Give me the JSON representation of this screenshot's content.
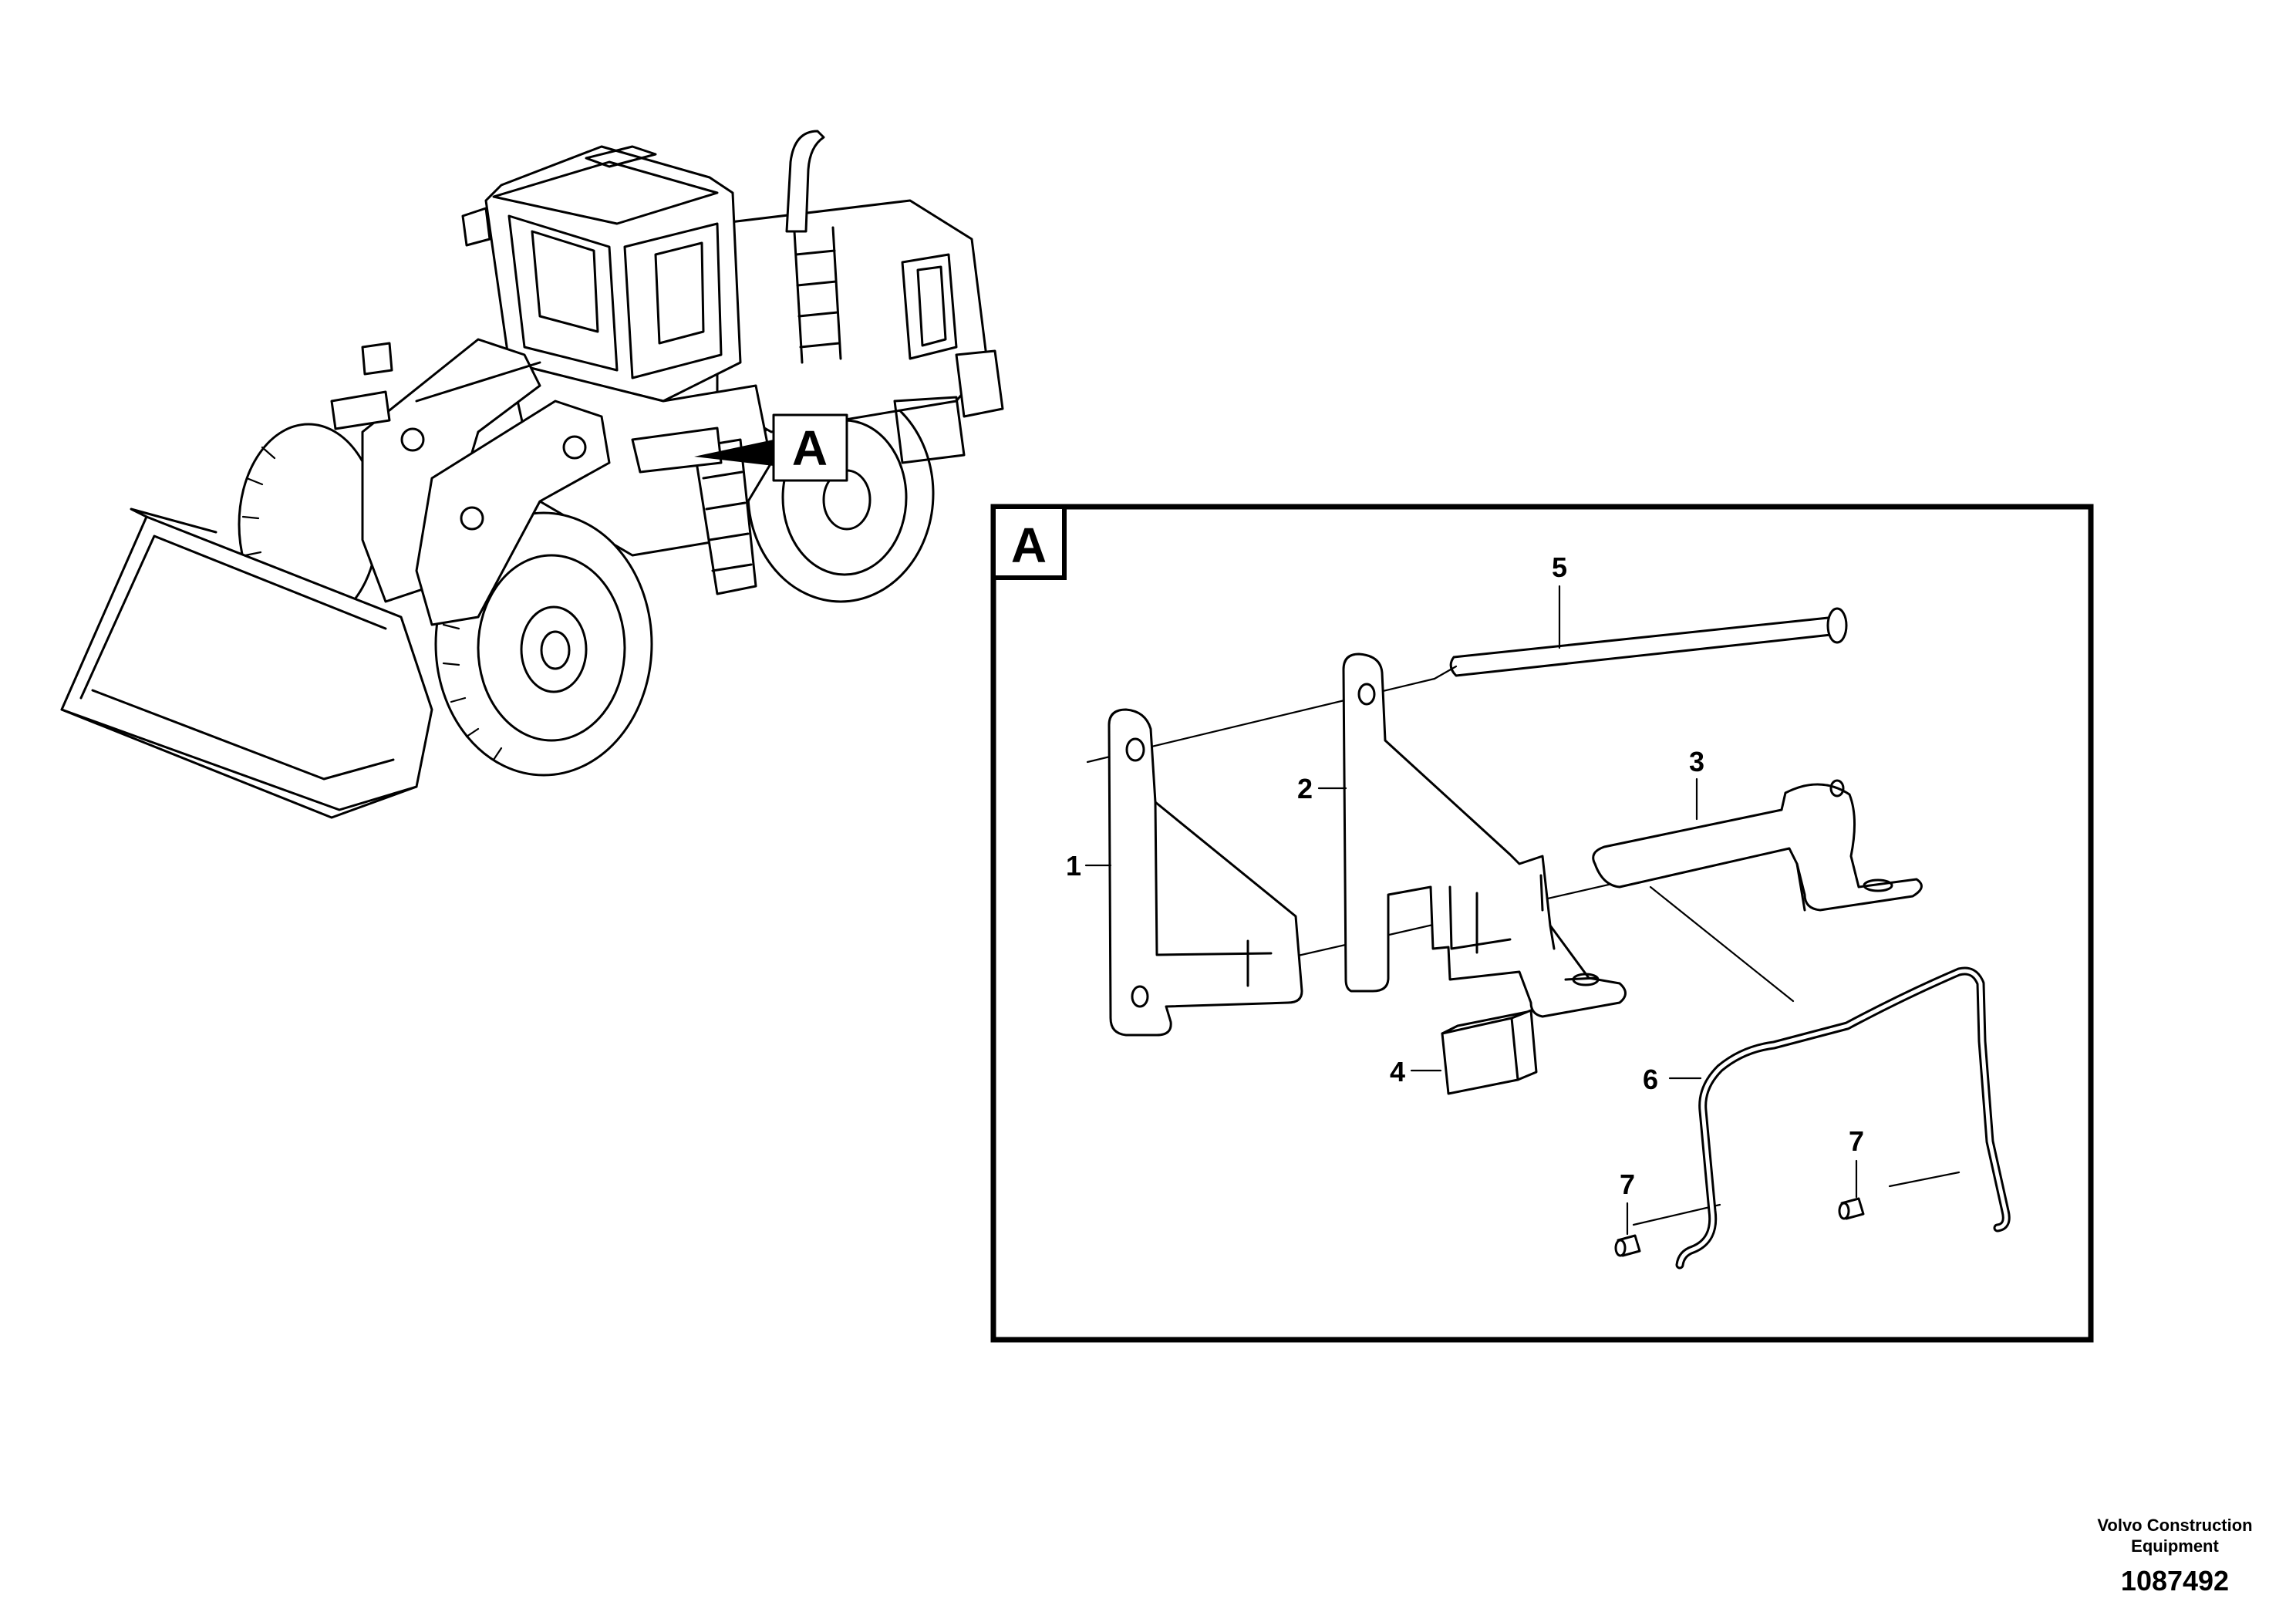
{
  "detail": {
    "callout_letter": "A",
    "frame_label": "A"
  },
  "parts": [
    {
      "id": "1",
      "label": "1"
    },
    {
      "id": "2",
      "label": "2"
    },
    {
      "id": "3",
      "label": "3"
    },
    {
      "id": "4",
      "label": "4"
    },
    {
      "id": "5",
      "label": "5"
    },
    {
      "id": "6",
      "label": "6"
    },
    {
      "id": "7a",
      "label": "7"
    },
    {
      "id": "7b",
      "label": "7"
    }
  ],
  "footer": {
    "company_line1": "Volvo Construction",
    "company_line2": "Equipment",
    "drawing_number": "1087492"
  }
}
